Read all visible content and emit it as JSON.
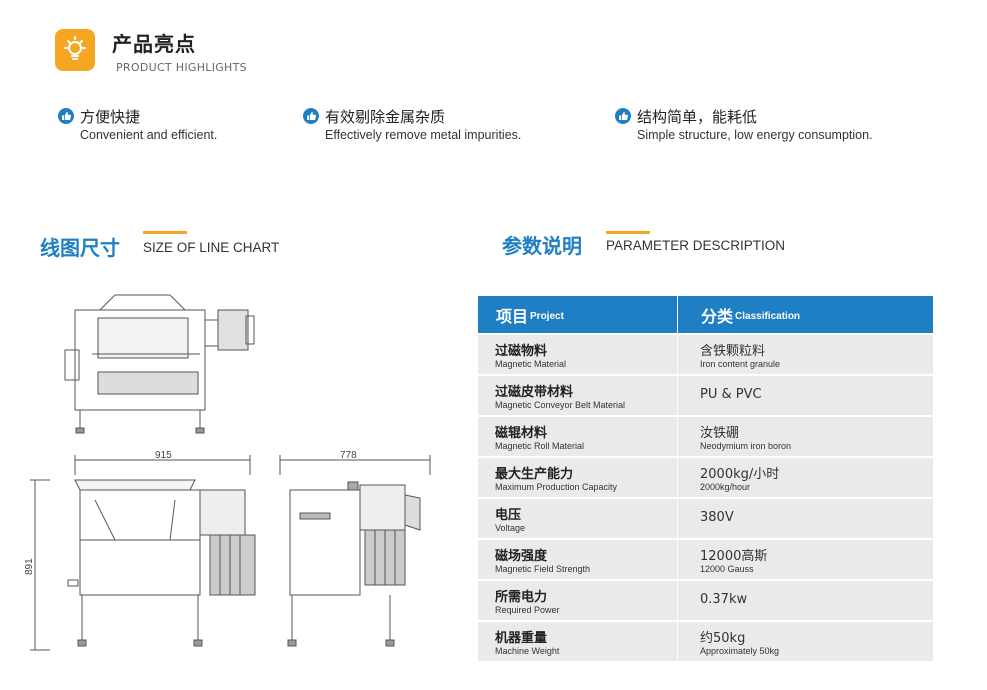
{
  "header": {
    "title": "产品亮点",
    "subtitle": "PRODUCT HIGHLIGHTS"
  },
  "features": [
    {
      "cn": "方便快捷",
      "en": "Convenient and efficient."
    },
    {
      "cn": "有效剔除金属杂质",
      "en": "Effectively remove metal impurities."
    },
    {
      "cn": "结构简单，能耗低",
      "en": "Simple structure, low energy consumption."
    }
  ],
  "line_chart_section": {
    "title": "线图尺寸",
    "subtitle": "SIZE OF LINE CHART",
    "dim_width": "915",
    "dim_depth": "778",
    "dim_height": "891"
  },
  "param_section": {
    "title": "参数说明",
    "subtitle": "PARAMETER DESCRIPTION",
    "header": {
      "col1_cn": "项目",
      "col1_en": "Project",
      "col2_cn": "分类",
      "col2_en": "Classification"
    },
    "rows": [
      {
        "cn": "过磁物料",
        "en": "Magnetic Material",
        "val": "含铁颗粒料",
        "val_en": "Iron content granule"
      },
      {
        "cn": "过磁皮带材料",
        "en": "Magnetic Conveyor Belt Material",
        "val": "PU & PVC",
        "val_en": ""
      },
      {
        "cn": "磁辊材料",
        "en": "Magnetic Roll Material",
        "val": "汝铁硼",
        "val_en": "Neodymium iron boron"
      },
      {
        "cn": "最大生产能力",
        "en": "Maximum Production Capacity",
        "val": "2000kg/小时",
        "val_en": "2000kg/hour"
      },
      {
        "cn": "电压",
        "en": "Voltage",
        "val": "380V",
        "val_en": ""
      },
      {
        "cn": "磁场强度",
        "en": "Magnetic Field Strength",
        "val": "12000高斯",
        "val_en": "12000 Gauss"
      },
      {
        "cn": "所需电力",
        "en": "Required Power",
        "val": "0.37kw",
        "val_en": ""
      },
      {
        "cn": "机器重量",
        "en": "Machine Weight",
        "val": "约50kg",
        "val_en": "Approximately 50kg"
      }
    ]
  },
  "colors": {
    "accent": "#1f7fc4",
    "highlight": "#f5a623",
    "row_bg": "#eaeaea"
  },
  "icons": [
    "lightbulb-icon",
    "thumbs-up-icon"
  ]
}
